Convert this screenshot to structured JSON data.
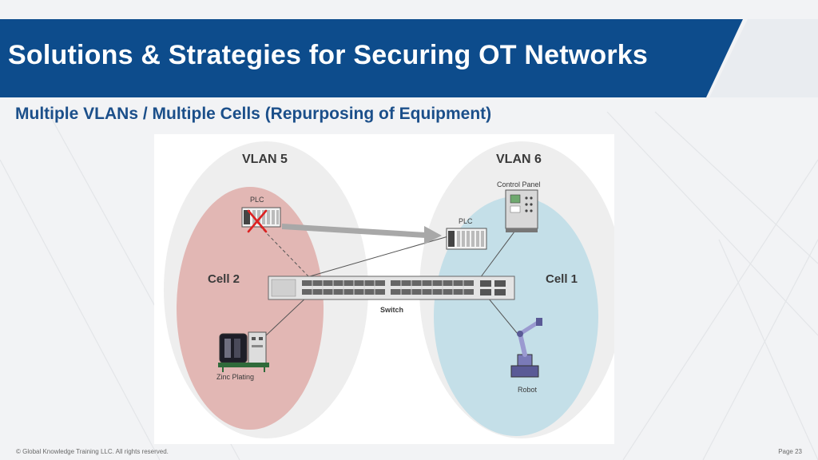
{
  "slide": {
    "title": "Solutions & Strategies for Securing OT Networks",
    "subtitle": "Multiple VLANs / Multiple Cells (Repurposing of Equipment)",
    "footer_left": "© Global Knowledge Training LLC. All rights reserved.",
    "footer_right": "Page 23"
  },
  "colors": {
    "banner": "#0d4c8c",
    "subtitle": "#1b4f8a",
    "cell2_fill": "#e2b7b4",
    "cell1_fill": "#c4dfe8",
    "vlan_ellipse": "#eeeeee"
  },
  "diagram": {
    "vlans": [
      {
        "label": "VLAN 5",
        "cell": "Cell 2"
      },
      {
        "label": "VLAN 6",
        "cell": "Cell 1"
      }
    ],
    "devices": {
      "plc_old": "PLC",
      "plc_new": "PLC",
      "control_panel": "Control Panel",
      "switch": "Switch",
      "zinc_plating": "Zinc Plating",
      "robot": "Robot"
    }
  }
}
